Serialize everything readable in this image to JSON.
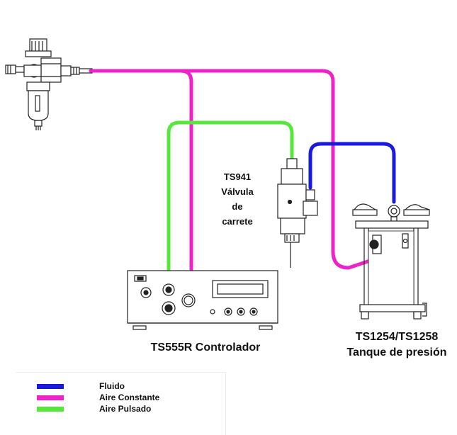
{
  "labels": {
    "valve": [
      "TS941",
      "Válvula",
      "de",
      "carrete"
    ],
    "controller": "TS555R Controlador",
    "tank_model": "TS1254/TS1258",
    "tank_name": "Tanque de presión"
  },
  "legend": [
    {
      "label": "Fluido",
      "color": "#1a1adf"
    },
    {
      "label": "Aire Constante",
      "color": "#ee22c8"
    },
    {
      "label": "Aire Pulsado",
      "color": "#55e83a"
    }
  ],
  "colors": {
    "fluid": "#1a1adf",
    "constant_air": "#ee22c8",
    "pulsed_air": "#55e83a",
    "outline": "#222222"
  }
}
